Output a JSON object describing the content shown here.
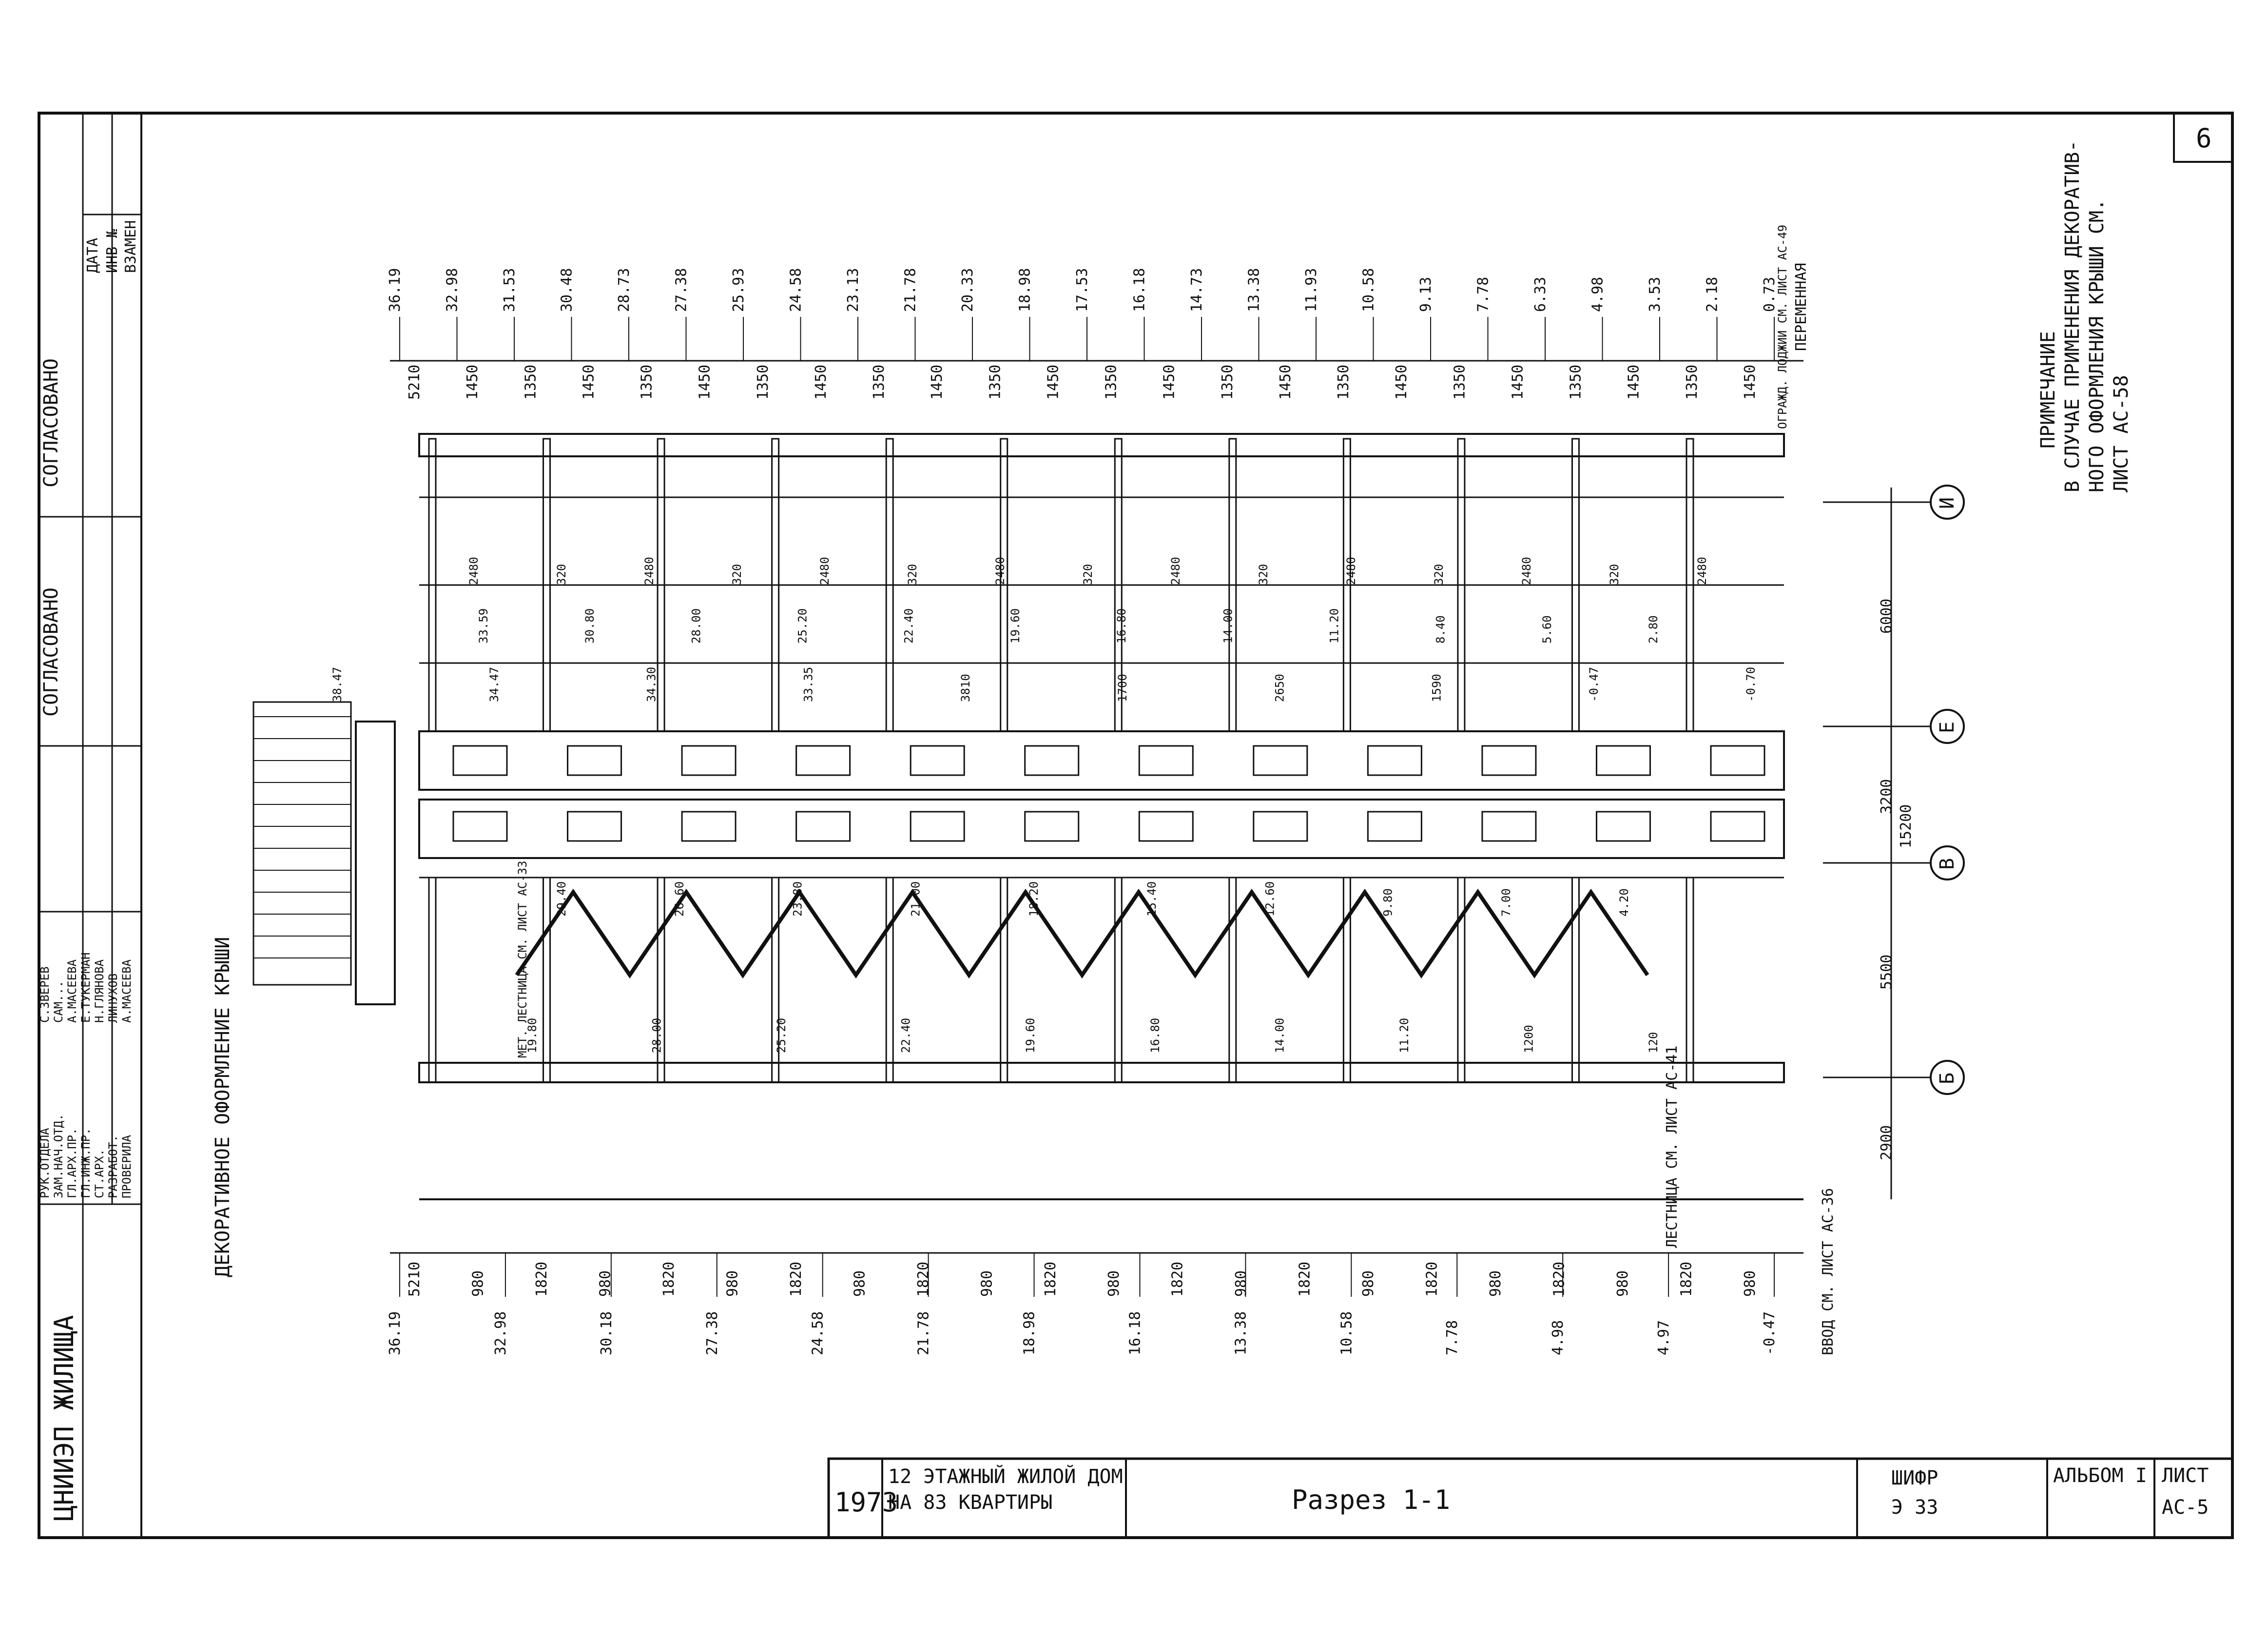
{
  "document": {
    "sheet_number": "6",
    "year": "1973",
    "project_title_line1": "12 ЭТАЖНЫЙ ЖИЛОЙ ДОМ",
    "project_title_line2": "НА 83 КВАРТИРЫ",
    "drawing_title": "Разрез 1-1",
    "code_label": "ШИФР",
    "code_value": "Э 33",
    "album_label": "АЛЬБОМ I",
    "sheet_label": "ЛИСТ",
    "sheet_value": "АС-5",
    "organization": "ЦНИИЭП ЖИЛИЩА"
  },
  "title_block": {
    "signatures": [
      {
        "role": "РУК.ОТДЕЛА",
        "name": "С.ЗВЕРЕВ"
      },
      {
        "role": "ЗАМ.НАЧ.ОТД.",
        "name": "САМ..."
      },
      {
        "role": "ГЛ.АРХ.ПР.",
        "name": "А.МАСЕЕВА"
      },
      {
        "role": "ГЛ.ИНЖ.ПР.",
        "name": "Е.ТУКЕРМАН"
      },
      {
        "role": "СТ.АРХ.",
        "name": "Н.ГЛЯНОВА"
      },
      {
        "role": "РАЗРАБОТ.",
        "name": "ЛИНУХОВ"
      },
      {
        "role": "ПРОВЕРИЛА",
        "name": "А.МАСЕЕВА"
      }
    ],
    "approvals": [
      "СОГЛАСОВАНО",
      "СОГЛАСОВАНО"
    ],
    "date_box": [
      "ДАТА",
      "ИНВ №",
      "ВЗАМЕН"
    ]
  },
  "notes": {
    "heading": "ПРИМЕЧАНИЕ",
    "line1": "В СЛУЧАЕ ПРИМЕНЕНИЯ ДЕКОРАТИВ-",
    "line2": "НОГО ОФОРМЛЕНИЯ КРЫШИ СМ.",
    "line3": "ЛИСТ АС-58"
  },
  "labels": {
    "decorative_roof": "ДЕКОРАТИВНОЕ ОФОРМЛЕНИЕ КРЫШИ",
    "mounted_stair": "МЕТ. ЛЕСТНИЦА СМ. ЛИСТ АС-33",
    "stair_ref": "ЛЕСТНИЦА СМ. ЛИСТ АС-41",
    "input_ref": "ВВОД СМ. ЛИСТ АС-36",
    "variable": "ПЕРЕМЕННАЯ",
    "loggia_ref": "ОГРАЖД. ЛОДЖИИ СМ. ЛИСТ АС-49"
  },
  "axes": [
    "И",
    "Е",
    "В",
    "Б"
  ],
  "top_marks": [
    "36.19",
    "32.98",
    "31.53",
    "30.48",
    "28.73",
    "27.38",
    "25.93",
    "24.58",
    "23.13",
    "21.78",
    "20.33",
    "18.98",
    "17.53",
    "16.18",
    "14.73",
    "13.38",
    "11.93",
    "10.58",
    "9.13",
    "7.78",
    "6.33",
    "4.98",
    "3.53",
    "2.18",
    "0.73"
  ],
  "top_dims": [
    "5210",
    "1450",
    "1350",
    "1450",
    "1350",
    "1450",
    "1350",
    "1450",
    "1350",
    "1450",
    "1350",
    "1450",
    "1350",
    "1450",
    "1350",
    "1450",
    "1350",
    "1450",
    "1350",
    "1450",
    "1350",
    "1450",
    "1350",
    "1450"
  ],
  "bottom_marks": [
    "36.19",
    "32.98",
    "30.18",
    "27.38",
    "24.58",
    "21.78",
    "18.98",
    "16.18",
    "13.38",
    "10.58",
    "7.78",
    "4.98",
    "4.97",
    "-0.47"
  ],
  "bottom_dims": [
    "5210",
    "980",
    "1820",
    "980",
    "1820",
    "980",
    "1820",
    "980",
    "1820",
    "980",
    "1820",
    "980",
    "1820",
    "980",
    "1820",
    "980",
    "1820",
    "980",
    "1820",
    "980",
    "1820",
    "980"
  ],
  "right_dims": [
    "6000",
    "3200",
    "5500",
    "2900",
    "15200"
  ],
  "stair_marks": [
    "29.40",
    "26.60",
    "23.80",
    "21.00",
    "18.20",
    "15.40",
    "12.60",
    "9.80",
    "7.00",
    "4.20"
  ],
  "floor_marks": [
    "33.59",
    "30.80",
    "28.00",
    "25.20",
    "22.40",
    "19.60",
    "16.80",
    "14.00",
    "11.20",
    "8.40",
    "5.60",
    "2.80"
  ],
  "interior_dims": [
    "2480",
    "320",
    "2480",
    "320",
    "2480",
    "320",
    "2480",
    "320",
    "2480",
    "320",
    "2480",
    "320",
    "2480",
    "320",
    "2480"
  ],
  "lower_marks": [
    "19.80",
    "28.00",
    "25.20",
    "22.40",
    "19.60",
    "16.80",
    "14.00",
    "11.20",
    "1200",
    "120"
  ],
  "misc_marks": [
    "38.47",
    "34.47",
    "34.30",
    "33.35",
    "3810",
    "1700",
    "2650",
    "1590",
    "-0.47",
    "-0.70"
  ]
}
